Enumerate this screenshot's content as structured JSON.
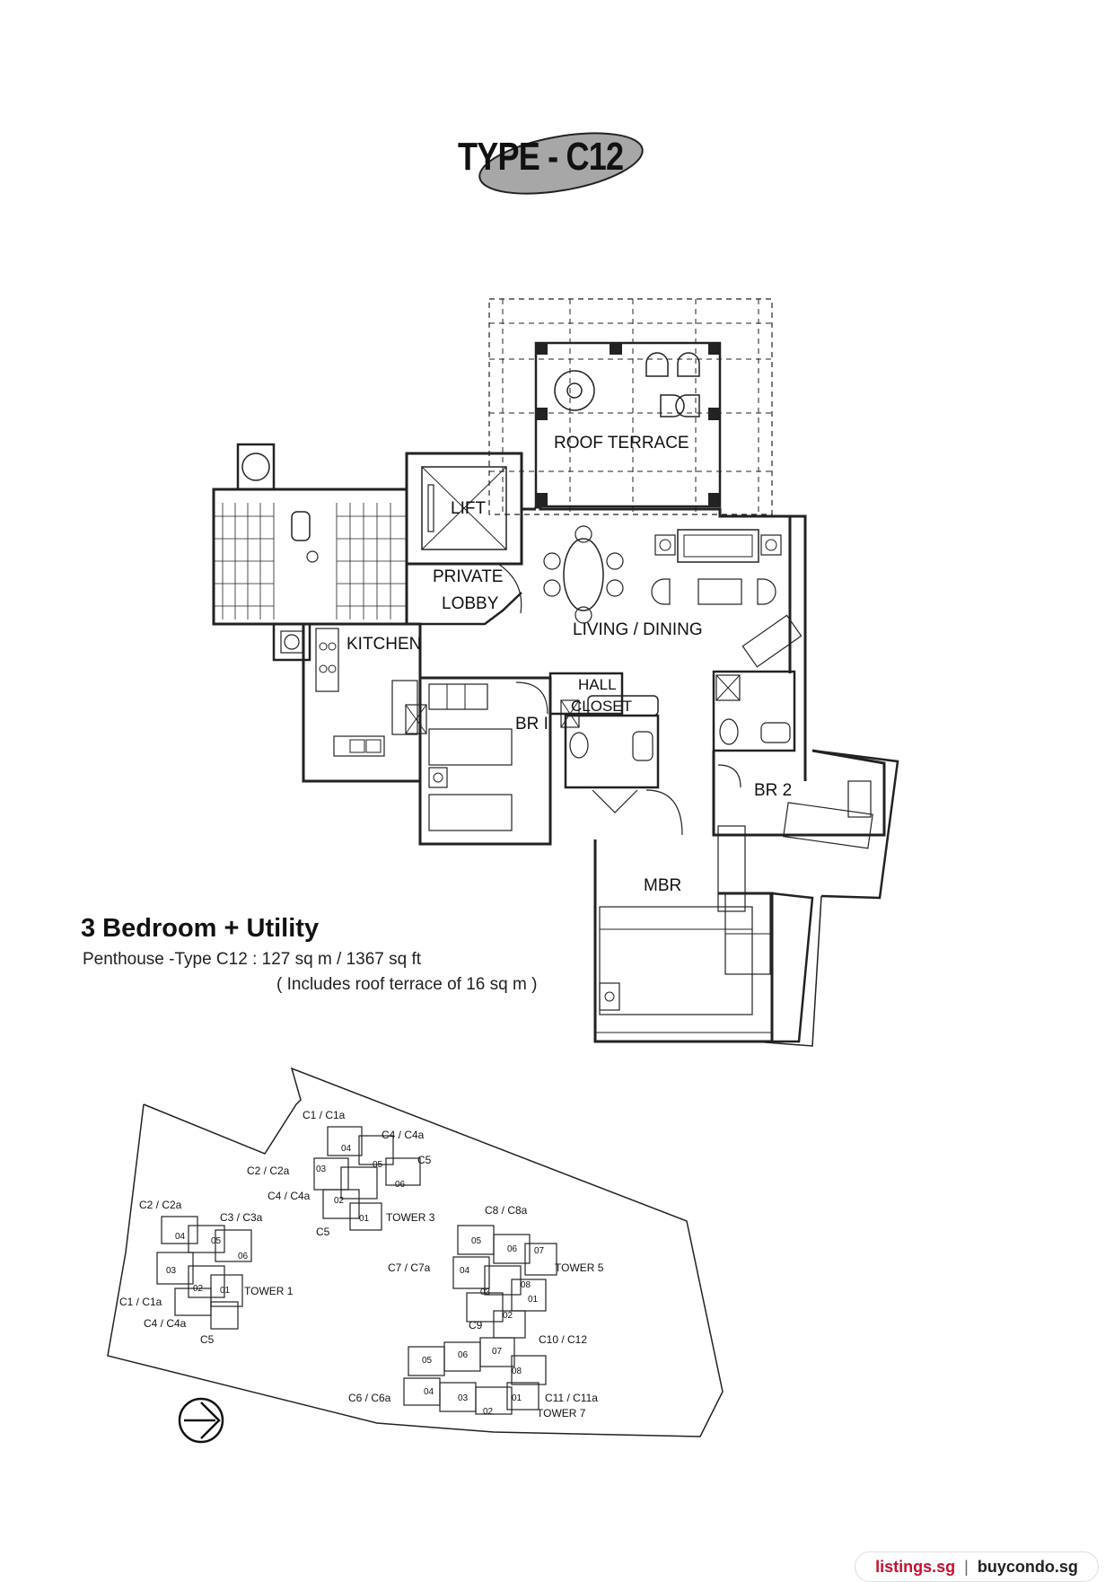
{
  "title": "TYPE - C12",
  "rooms": {
    "roof_terrace": "ROOF TERRACE",
    "lift": "LIFT",
    "private_lobby_1": "PRIVATE",
    "private_lobby_2": "LOBBY",
    "living_dining": "LIVING / DINING",
    "kitchen": "KITCHEN",
    "hall_closet_1": "HALL",
    "hall_closet_2": "CLOSET",
    "br1": "BR I",
    "br2": "BR 2",
    "mbr": "MBR"
  },
  "unit": {
    "heading": "3 Bedroom + Utility",
    "area": "Penthouse -Type C12 : 127 sq m / 1367 sq ft",
    "note": "( Includes roof terrace of 16 sq m )"
  },
  "site_plan": {
    "tower_labels": [
      "TOWER 1",
      "TOWER 3",
      "TOWER 5",
      "TOWER 7"
    ],
    "unit_types": [
      "C1 / C1a",
      "C4 / C4a",
      "C5",
      "C2 / C2a",
      "C4 / C4a",
      "C5",
      "C2 / C2a",
      "C3 / C3a",
      "C1 / C1a",
      "C4 / C4a",
      "C5",
      "C8 / C8a",
      "C7 / C7a",
      "C9",
      "C10 / C12",
      "C6 / C6a",
      "C11 / C11a"
    ],
    "unit_numbers": [
      "04",
      "05",
      "03",
      "06",
      "02",
      "01",
      "04",
      "05",
      "06",
      "03",
      "02",
      "01",
      "05",
      "06",
      "07",
      "04",
      "08",
      "03",
      "01",
      "02",
      "05",
      "06",
      "07",
      "08",
      "04",
      "03",
      "02",
      "01"
    ]
  },
  "footer": {
    "brand_1": "listings.sg",
    "separator": "|",
    "brand_2": "buycondo.sg"
  }
}
